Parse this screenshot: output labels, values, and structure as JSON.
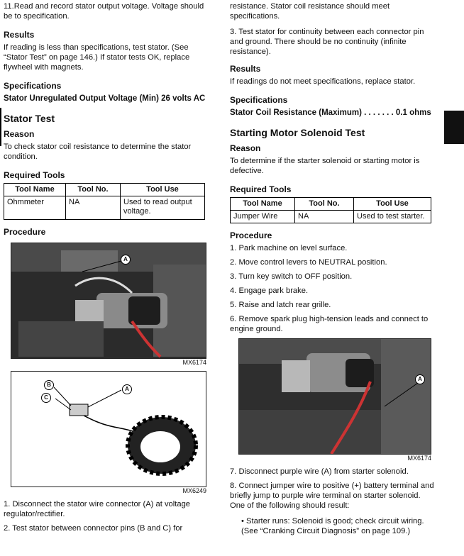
{
  "left": {
    "intro_step": "11.Read and record stator output voltage. Voltage should be to specification.",
    "results_heading": "Results",
    "results_text": "If reading is less than specifications, test stator. (See “Stator Test” on page 146.) If stator tests OK, replace flywheel with magnets.",
    "spec_heading": "Specifications",
    "spec_line": "Stator Unregulated Output Voltage (Min) 26 volts AC",
    "stator_title": "Stator Test",
    "reason_heading": "Reason",
    "reason_text": "To check stator coil resistance to determine the stator condition.",
    "tools_heading": "Required Tools",
    "tools_table": {
      "headers": [
        "Tool Name",
        "Tool No.",
        "Tool Use"
      ],
      "row": [
        "Ohmmeter",
        "NA",
        "Used to read output voltage."
      ]
    },
    "procedure_heading": "Procedure",
    "fig1_label": "MX6174",
    "fig1_callout": "A",
    "fig2_label": "MX6249",
    "fig2_callouts": [
      "B",
      "C",
      "A"
    ],
    "steps": [
      "1.  Disconnect the stator wire connector (A) at voltage regulator/rectifier.",
      "2.  Test stator between connector pins (B and C) for"
    ]
  },
  "right": {
    "continued_text": "resistance. Stator coil resistance should meet specifications.",
    "step3": "3.  Test stator for continuity between each connector pin and ground. There should be no continuity (infinite resistance).",
    "results_heading": "Results",
    "results_text": "If readings do not meet specifications, replace stator.",
    "spec_heading": "Specifications",
    "spec_line": "Stator Coil Resistance (Maximum) . . . . . . .  0.1 ohms",
    "solenoid_title": "Starting Motor Solenoid Test",
    "reason_heading": "Reason",
    "reason_text": "To determine if the starter solenoid or starting motor is defective.",
    "tools_heading": "Required Tools",
    "tools_table": {
      "headers": [
        "Tool Name",
        "Tool No.",
        "Tool Use"
      ],
      "row": [
        "Jumper Wire",
        "NA",
        "Used to test starter."
      ]
    },
    "procedure_heading": "Procedure",
    "steps": [
      "1.  Park machine on level surface.",
      "2.  Move control levers to NEUTRAL position.",
      "3.  Turn key switch to OFF position.",
      "4.  Engage park brake.",
      "5.  Raise and latch rear grille.",
      "6.  Remove spark plug high-tension leads and connect to engine ground."
    ],
    "fig_label": "MX6174",
    "fig_callout": "A",
    "steps_after": [
      "7.  Disconnect purple wire (A) from starter solenoid.",
      "8.  Connect jumper wire to positive (+) battery terminal and briefly jump to purple wire terminal on starter solenoid. One of the following should result:"
    ],
    "bullet": "•   Starter runs: Solenoid is good; check circuit wiring. (See “Cranking Circuit Diagnosis” on page 109.)"
  }
}
